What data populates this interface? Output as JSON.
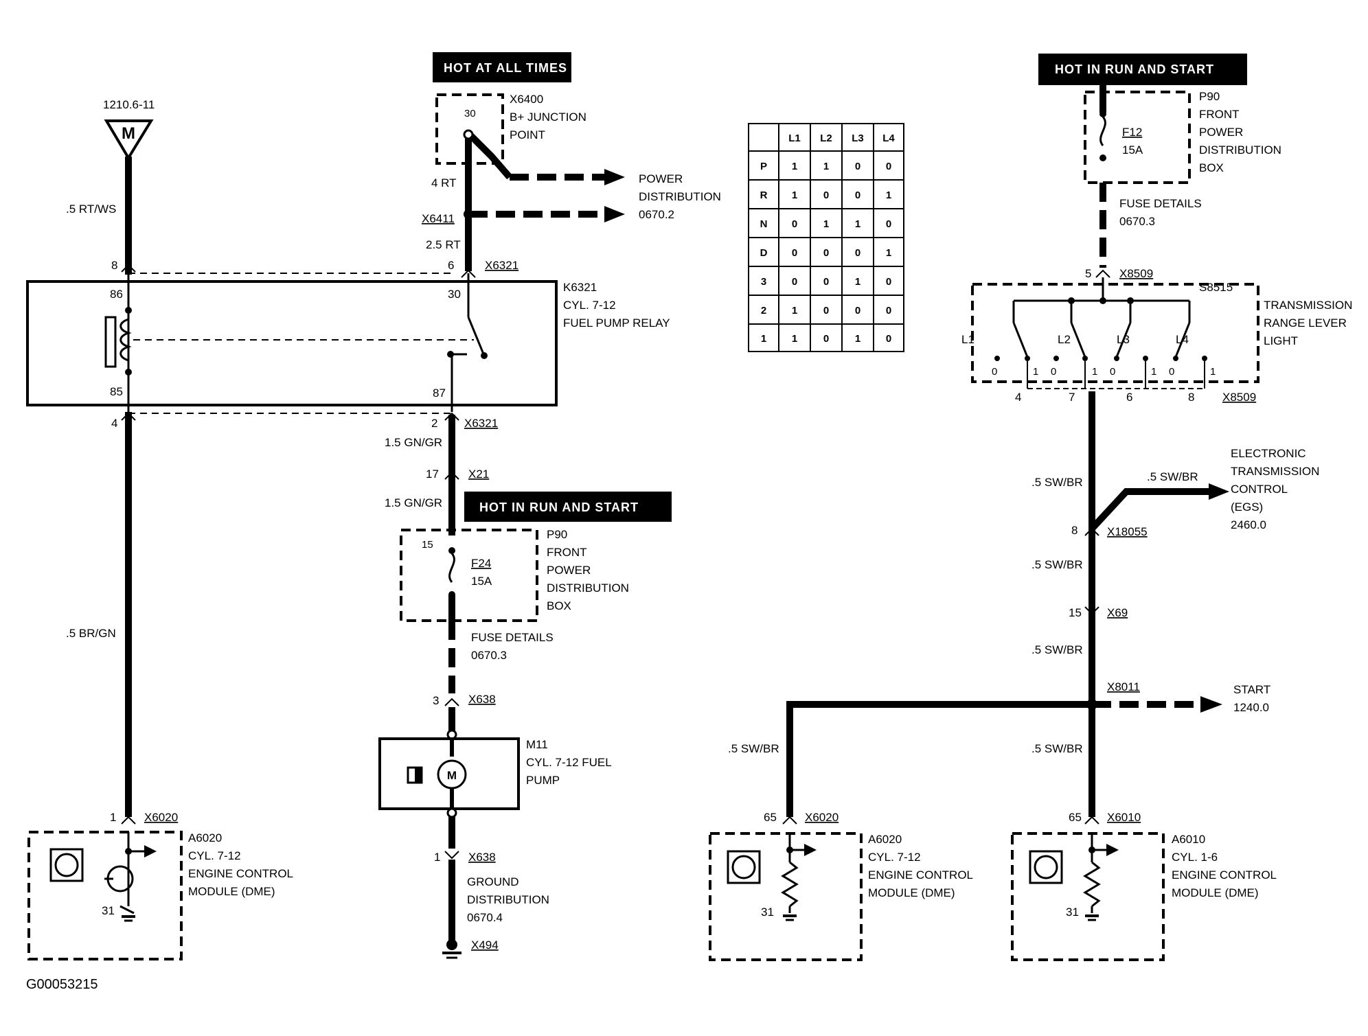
{
  "figure_id": "G00053215",
  "banners": {
    "hot_at_all_times": "HOT AT ALL TIMES",
    "hot_in_run_start_center": "HOT IN RUN AND START",
    "hot_in_run_start_right": "HOT IN RUN AND START"
  },
  "left": {
    "m_ref": "1210.6-11",
    "m_symbol": "M",
    "wire_top": ".5 RT/WS",
    "wire_bottom": ".5 BR/GN",
    "pin8": "8",
    "pin4": "4",
    "pin86": "86",
    "pin85": "85",
    "pin1": "1",
    "conn_x6020": "X6020",
    "pin31": "31",
    "ecm_code": "A6020",
    "ecm_name1": "CYL. 7-12",
    "ecm_name2": "ENGINE CONTROL",
    "ecm_name3": "MODULE (DME)"
  },
  "relay": {
    "code": "K6321",
    "name1": "CYL. 7-12",
    "name2": "FUEL PUMP RELAY",
    "pin30": "30",
    "pin87": "87",
    "pin6": "6",
    "pin2": "2",
    "conn_top": "X6321",
    "conn_bottom": "X6321"
  },
  "center": {
    "junction_code": "X6400",
    "junction_name1": "B+ JUNCTION",
    "junction_name2": "POINT",
    "pin30": "30",
    "wire_4rt": "4 RT",
    "splice": "X6411",
    "wire_25rt": "2.5 RT",
    "power_dist1": "POWER",
    "power_dist2": "DISTRIBUTION",
    "power_dist3": "0670.2",
    "wire_gngr1": "1.5 GN/GR",
    "pin17": "17",
    "conn_x21": "X21",
    "wire_gngr2": "1.5 GN/GR",
    "fuse_box_code": "P90",
    "fuse_box_name1": "FRONT",
    "fuse_box_name2": "POWER",
    "fuse_box_name3": "DISTRIBUTION",
    "fuse_box_name4": "BOX",
    "fuse_pin": "15",
    "fuse_name": "F24",
    "fuse_rating": "15A",
    "fuse_details1": "FUSE DETAILS",
    "fuse_details2": "0670.3",
    "pin3": "3",
    "conn_x638a": "X638",
    "pump_code": "M11",
    "pump_name1": "CYL. 7-12 FUEL",
    "pump_name2": "PUMP",
    "pump_symbol": "M",
    "pin1": "1",
    "conn_x638b": "X638",
    "ground1": "GROUND",
    "ground2": "DISTRIBUTION",
    "ground3": "0670.4",
    "ground_conn": "X494"
  },
  "table": {
    "headers": [
      "",
      "L1",
      "L2",
      "L3",
      "L4"
    ],
    "rows": [
      [
        "P",
        "1",
        "1",
        "0",
        "0"
      ],
      [
        "R",
        "1",
        "0",
        "0",
        "1"
      ],
      [
        "N",
        "0",
        "1",
        "1",
        "0"
      ],
      [
        "D",
        "0",
        "0",
        "0",
        "1"
      ],
      [
        "3",
        "0",
        "0",
        "1",
        "0"
      ],
      [
        "2",
        "1",
        "0",
        "0",
        "0"
      ],
      [
        "1",
        "1",
        "0",
        "1",
        "0"
      ]
    ]
  },
  "right": {
    "fuse_box_code": "P90",
    "fuse_box_name1": "FRONT",
    "fuse_box_name2": "POWER",
    "fuse_box_name3": "DISTRIBUTION",
    "fuse_box_name4": "BOX",
    "fuse_name": "F12",
    "fuse_rating": "15A",
    "fuse_details1": "FUSE DETAILS",
    "fuse_details2": "0670.3",
    "pin5": "5",
    "conn_x8509_top": "X8509",
    "switch_code": "S8515",
    "switch_name1": "TRANSMISSION",
    "switch_name2": "RANGE LEVER",
    "switch_name3": "LIGHT",
    "sw_labels": [
      "L1",
      "L2",
      "L3",
      "L4"
    ],
    "sw_zero": "0",
    "sw_one": "1",
    "out_pins": [
      "4",
      "7",
      "6",
      "8"
    ],
    "conn_x8509_bottom": "X8509",
    "wire1": ".5 SW/BR",
    "egs_wire": ".5 SW/BR",
    "egs1": "ELECTRONIC",
    "egs2": "TRANSMISSION",
    "egs3": "CONTROL",
    "egs4": "(EGS)",
    "egs5": "2460.0",
    "pin8": "8",
    "splice_x18055": "X18055",
    "wire2": ".5 SW/BR",
    "pin15": "15",
    "conn_x69": "X69",
    "wire3": ".5 SW/BR",
    "splice_x8011": "X8011",
    "start1": "START",
    "start2": "1240.0",
    "wire_left": ".5 SW/BR",
    "wire4": ".5 SW/BR",
    "pin65a": "65",
    "conn_x6020": "X6020",
    "pin65b": "65",
    "conn_x6010": "X6010",
    "pin31a": "31",
    "pin31b": "31",
    "ecm_a_code": "A6020",
    "ecm_a_name1": "CYL. 7-12",
    "ecm_a_name2": "ENGINE CONTROL",
    "ecm_a_name3": "MODULE (DME)",
    "ecm_b_code": "A6010",
    "ecm_b_name1": "CYL. 1-6",
    "ecm_b_name2": "ENGINE CONTROL",
    "ecm_b_name3": "MODULE (DME)"
  }
}
